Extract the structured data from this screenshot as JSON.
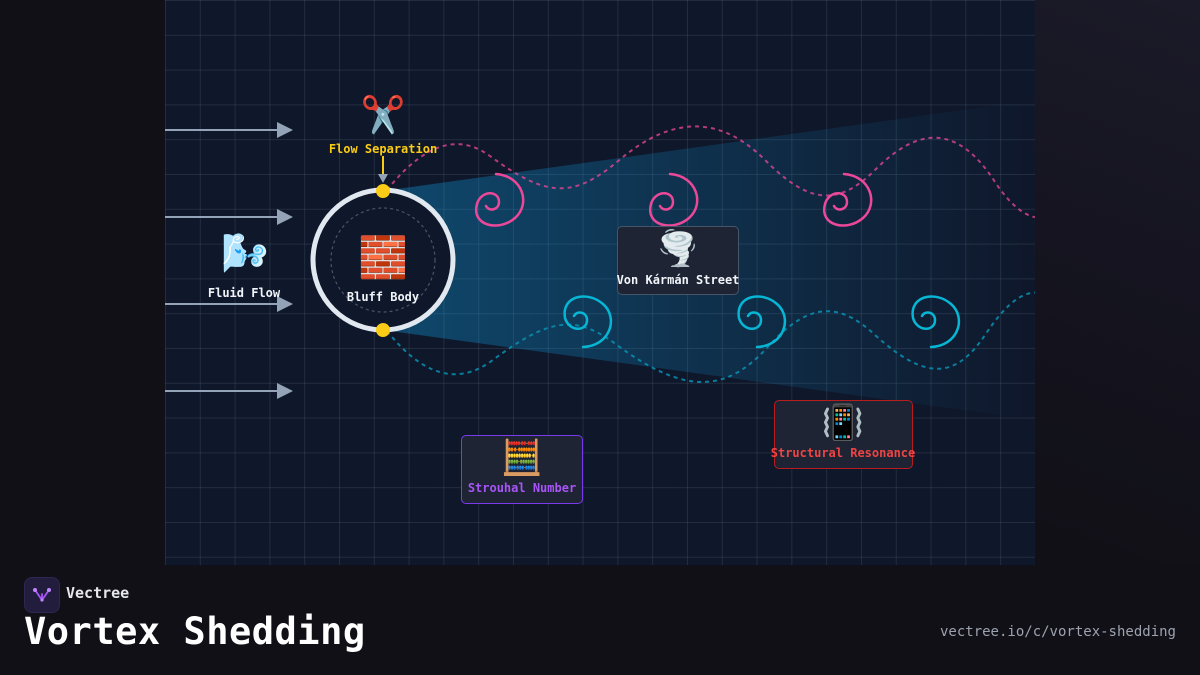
{
  "diagram": {
    "fluid_flow": {
      "icon": "🌬️",
      "label": "Fluid Flow"
    },
    "flow_separation": {
      "icon": "✂️",
      "label": "Flow Separation"
    },
    "bluff_body": {
      "icon": "🧱",
      "label": "Bluff Body"
    },
    "von_karman": {
      "icon": "🌪️",
      "label": "Von Kármán Street"
    },
    "strouhal": {
      "icon": "🧮",
      "label": "Strouhal Number"
    },
    "resonance": {
      "icon": "📳",
      "label": "Structural Resonance"
    }
  },
  "colors": {
    "accent_yellow": "#facc15",
    "vortex_pink": "#ec4899",
    "vortex_cyan": "#06b6d4",
    "strouhal_purple": "#a855f7",
    "resonance_red": "#ef4444"
  },
  "footer": {
    "brand": "Vectree",
    "title": "Vortex Shedding",
    "url": "vectree.io/c/vortex-shedding"
  }
}
